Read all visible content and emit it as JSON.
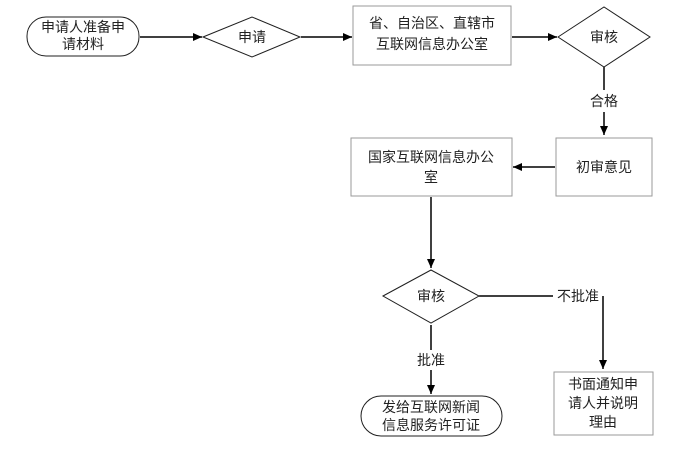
{
  "nodes": {
    "start": [
      "申请人准备申",
      "请材料"
    ],
    "apply": [
      "申请"
    ],
    "provincial_office": [
      "省、自治区、直辖市",
      "互联网信息办公室"
    ],
    "review_1": [
      "审核"
    ],
    "preliminary_opinion": [
      "初审意见"
    ],
    "national_office": [
      "国家互联网信息办公",
      "室"
    ],
    "review_2": [
      "审核"
    ],
    "license": [
      "发给互联网新闻",
      "信息服务许可证"
    ],
    "written_notice": [
      "书面通知申",
      "请人并说明",
      "理由"
    ]
  },
  "edge_labels": {
    "qualified": "合格",
    "approved": "批准",
    "not_approved": "不批准"
  },
  "colors": {
    "line": "#000000",
    "shape_border": "#1f1f1f",
    "box_border": "#9a9a9a",
    "text": "#222222",
    "background": "#ffffff"
  }
}
